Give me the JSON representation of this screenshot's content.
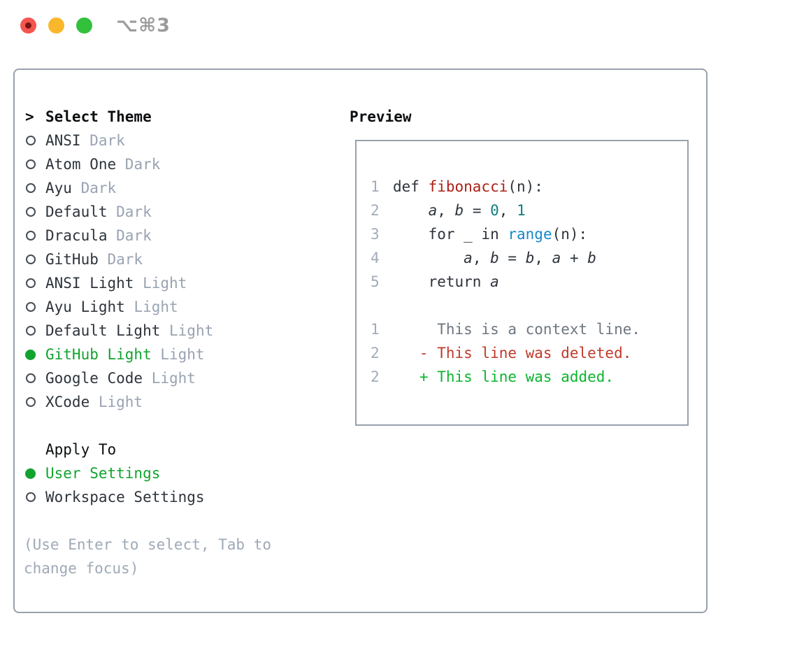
{
  "window": {
    "shortcut": "⌥⌘3",
    "traffic_lights": [
      "close",
      "minimize",
      "zoom"
    ]
  },
  "theme_panel": {
    "title_prefix": ">",
    "title": "Select Theme",
    "themes": [
      {
        "name": "ANSI",
        "variant": "Dark",
        "selected": false
      },
      {
        "name": "Atom One",
        "variant": "Dark",
        "selected": false
      },
      {
        "name": "Ayu",
        "variant": "Dark",
        "selected": false
      },
      {
        "name": "Default",
        "variant": "Dark",
        "selected": false
      },
      {
        "name": "Dracula",
        "variant": "Dark",
        "selected": false
      },
      {
        "name": "GitHub",
        "variant": "Dark",
        "selected": false
      },
      {
        "name": "ANSI Light",
        "variant": "Light",
        "selected": false
      },
      {
        "name": "Ayu Light",
        "variant": "Light",
        "selected": false
      },
      {
        "name": "Default Light",
        "variant": "Light",
        "selected": false
      },
      {
        "name": "GitHub Light",
        "variant": "Light",
        "selected": true
      },
      {
        "name": "Google Code",
        "variant": "Light",
        "selected": false
      },
      {
        "name": "XCode",
        "variant": "Light",
        "selected": false
      }
    ],
    "apply_to": {
      "title": "Apply To",
      "options": [
        {
          "label": "User Settings",
          "selected": true
        },
        {
          "label": "Workspace Settings",
          "selected": false
        }
      ]
    },
    "hint": "(Use Enter to select, Tab to change focus)"
  },
  "preview": {
    "title": "Preview",
    "code_lines": [
      {
        "num": "1",
        "tokens": [
          {
            "t": "def ",
            "c": "plain"
          },
          {
            "t": "fibonacci",
            "c": "fn"
          },
          {
            "t": "(n):",
            "c": "plain"
          }
        ]
      },
      {
        "num": "2",
        "tokens": [
          {
            "t": "    ",
            "c": "plain"
          },
          {
            "t": "a",
            "c": "var"
          },
          {
            "t": ", ",
            "c": "plain"
          },
          {
            "t": "b",
            "c": "var"
          },
          {
            "t": " = ",
            "c": "plain"
          },
          {
            "t": "0",
            "c": "num"
          },
          {
            "t": ", ",
            "c": "plain"
          },
          {
            "t": "1",
            "c": "num"
          }
        ]
      },
      {
        "num": "3",
        "tokens": [
          {
            "t": "    for _ in ",
            "c": "plain"
          },
          {
            "t": "range",
            "c": "builtin"
          },
          {
            "t": "(n):",
            "c": "plain"
          }
        ]
      },
      {
        "num": "4",
        "tokens": [
          {
            "t": "        ",
            "c": "plain"
          },
          {
            "t": "a",
            "c": "var"
          },
          {
            "t": ", ",
            "c": "plain"
          },
          {
            "t": "b",
            "c": "var"
          },
          {
            "t": " = ",
            "c": "plain"
          },
          {
            "t": "b",
            "c": "var"
          },
          {
            "t": ", ",
            "c": "plain"
          },
          {
            "t": "a",
            "c": "var"
          },
          {
            "t": " + ",
            "c": "plain"
          },
          {
            "t": "b",
            "c": "var"
          }
        ]
      },
      {
        "num": "5",
        "tokens": [
          {
            "t": "    return ",
            "c": "plain"
          },
          {
            "t": "a",
            "c": "var"
          }
        ]
      },
      {
        "num": "",
        "tokens": []
      },
      {
        "num": "1",
        "tokens": [
          {
            "t": "     This is a context line.",
            "c": "ctx"
          }
        ]
      },
      {
        "num": "2",
        "tokens": [
          {
            "t": "   - This line was deleted.",
            "c": "del"
          }
        ]
      },
      {
        "num": "2",
        "tokens": [
          {
            "t": "   + This line was added.",
            "c": "add"
          }
        ]
      }
    ]
  },
  "colors": {
    "dark": "#2e343b",
    "black": "#0c0e10",
    "muted": "#99a3b2",
    "hint": "#9fa9b7",
    "lineno": "#a2abb8",
    "green": "#11a32e",
    "ctx": "#6e7680",
    "del": "#c13a2b",
    "add": "#0cb52e",
    "fn": "#ac2015",
    "builtin": "#1787c9",
    "num": "#0d7f7b",
    "border": "#99a1ac",
    "traffic_red": "#f4564f",
    "traffic_red_dot": "#7a1512",
    "traffic_yellow": "#f9b72c",
    "traffic_green": "#33c03d",
    "shortcut": "#9b9b9b"
  }
}
